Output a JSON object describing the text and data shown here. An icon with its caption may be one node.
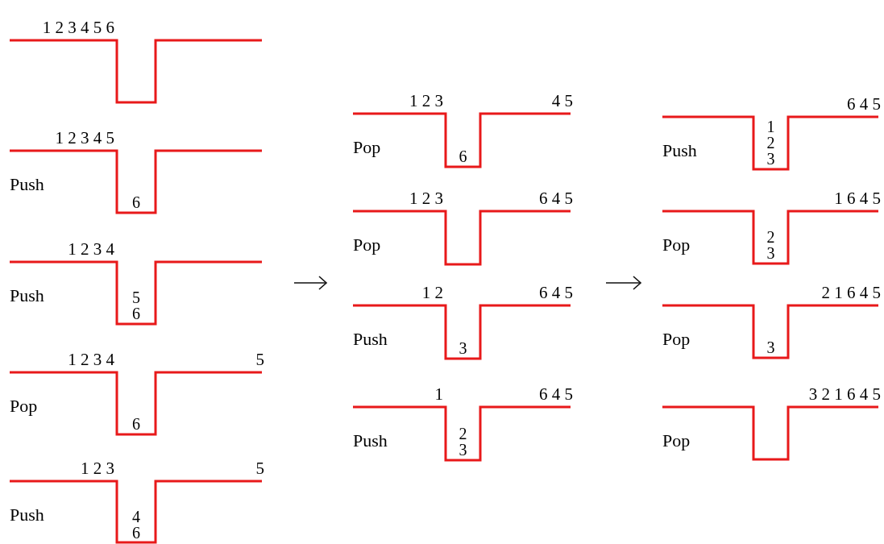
{
  "diagram": {
    "labels": [
      "1 2 3 4 5 6",
      "1 2 3 4 5",
      "Push",
      "6",
      "1 2 3 4",
      "Push",
      "5 6",
      "1 2 3 4",
      "5",
      "Pop",
      "6",
      "1 2 3",
      "5",
      "Push",
      "4 6",
      "1 2 3",
      "4 5",
      "Pop",
      "6",
      "1 2 3",
      "6 4 5",
      "Pop",
      "1 2",
      "6 4 5",
      "Push",
      "3",
      "1",
      "6 4 5",
      "Push",
      "2 3",
      "6 4 5",
      "Push",
      "1 2 3",
      "1 6 4 5",
      "Pop",
      "2 3",
      "2 1 6 4 5",
      "Pop",
      "3",
      "3 2 1 6 4 5",
      "Pop"
    ]
  }
}
